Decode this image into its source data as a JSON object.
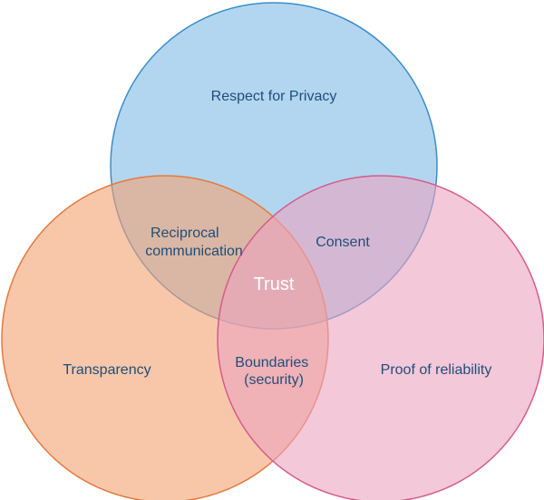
{
  "diagram": {
    "circles": [
      {
        "name": "Respect for Privacy",
        "fill": "#7fbbe6",
        "stroke": "#3b8cc9"
      },
      {
        "name": "Transparency",
        "fill": "#f3a171",
        "stroke": "#e5793e"
      },
      {
        "name": "Proof of reliability",
        "fill": "#eba4c0",
        "stroke": "#d55c8b"
      }
    ],
    "regions": {
      "top": "Respect for Privacy",
      "left": "Transparency",
      "right": "Proof of reliability",
      "top_left": [
        "Reciprocal",
        "communication"
      ],
      "top_right": "Consent",
      "left_right": [
        "Boundaries",
        "(security)"
      ],
      "center": "Trust"
    },
    "colors": {
      "label_text": "#1f4e79",
      "center_text": "#ffffff"
    }
  }
}
